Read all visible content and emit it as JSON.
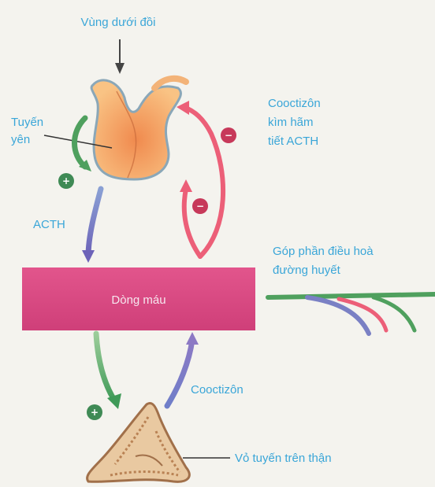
{
  "labels": {
    "hypothalamus": "Vùng dưới đồi",
    "pituitary_line1": "Tuyến",
    "pituitary_line2": "yên",
    "acth": "ACTH",
    "inhibit_line1": "Cooctizôn",
    "inhibit_line2": "kìm hãm",
    "inhibit_line3": "tiết ACTH",
    "regulate_line1": "Góp phần điều hoà",
    "regulate_line2": "đường huyết",
    "bloodstream": "Dòng máu",
    "cortisol": "Cooctizôn",
    "adrenal_cortex": "Vỏ tuyến trên thận"
  },
  "signs": {
    "positive": "+",
    "negative": "−"
  },
  "colors": {
    "background": "#f4f3ee",
    "label_text": "#3aa6d8",
    "bloodstream": "#d9467f",
    "stimulate_arrow": "#5cab68",
    "inhibit_arrow": "#ec5f78",
    "hormone_arrow": "#7a80c4",
    "pituitary_fill": "#f6a96b",
    "adrenal_fill": "#e9c9a1"
  }
}
